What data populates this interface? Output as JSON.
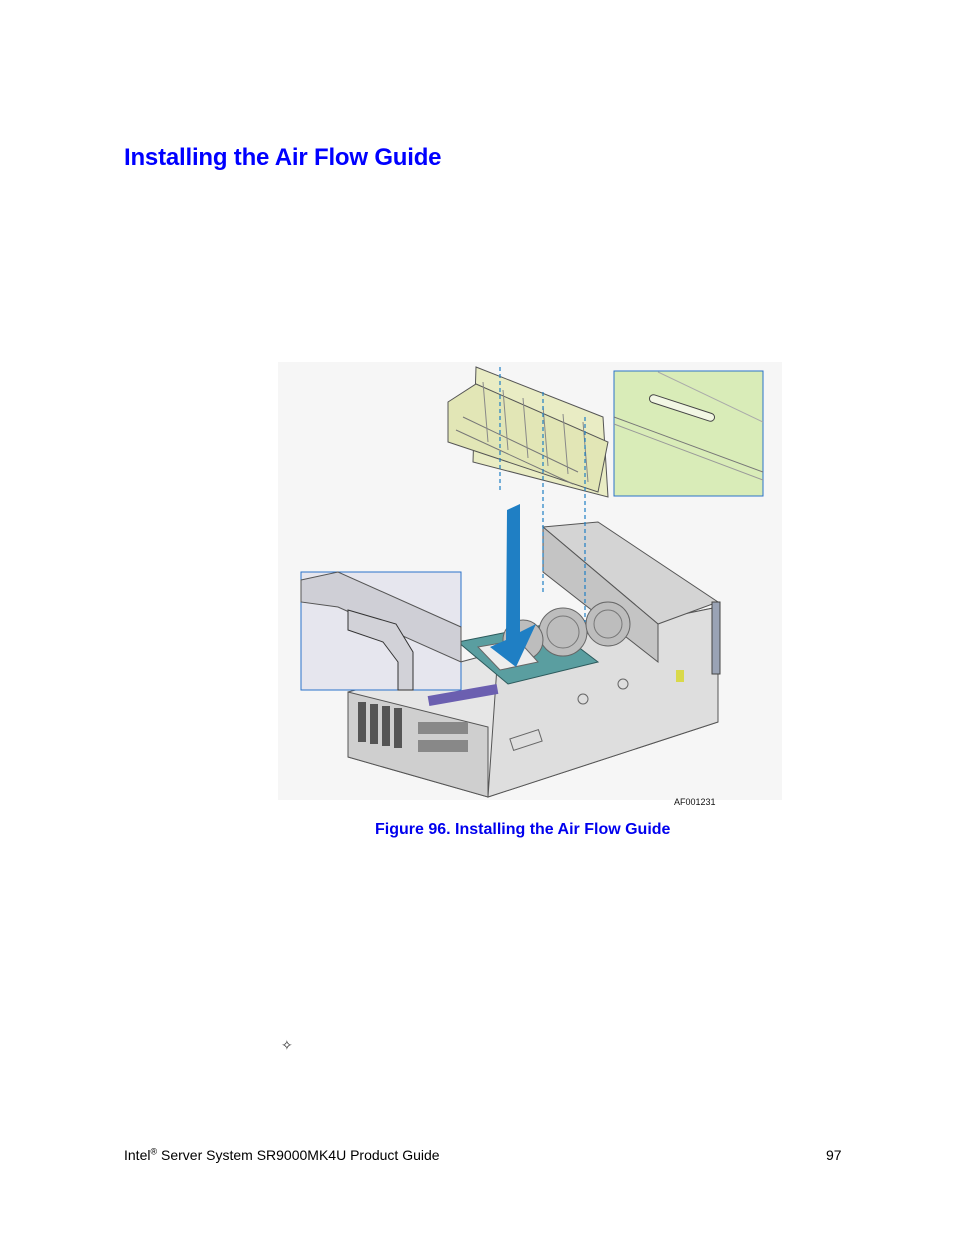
{
  "page": {
    "heading": "Installing the Air Flow Guide",
    "figure": {
      "code": "AF001231",
      "caption": "Figure 96. Installing the Air Flow Guide"
    },
    "bullet_symbol": "✧",
    "footer": {
      "brand": "Intel",
      "registered_mark": "®",
      "product": " Server System SR9000MK4U Product Guide",
      "page_number": "97"
    }
  },
  "colors": {
    "heading": "#0000ff",
    "caption": "#0000ee",
    "arrow": "#1f7fc4",
    "guide": "#e9ecc4",
    "callout": "#d9ecb8",
    "callout_border": "#2b73c9"
  }
}
